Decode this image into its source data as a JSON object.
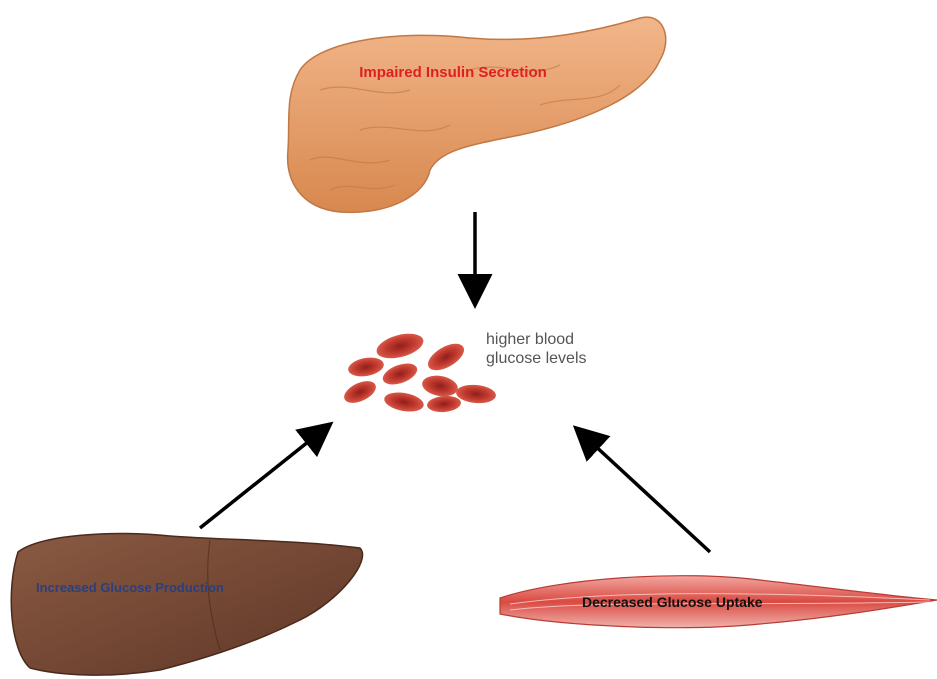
{
  "labels": {
    "pancreas": "Impaired Insulin Secretion",
    "blood_line1": "higher blood",
    "blood_line2": "glucose levels",
    "liver": "Increased Glucose Production",
    "muscle": "Decreased Glucose Uptake"
  },
  "colors": {
    "pancreas_label": "#e02020",
    "liver_label": "#2a3f7e",
    "muscle_label": "#111111",
    "arrow": "#000000",
    "blood_cell": "#b9312a",
    "pancreas": "#e8a06a",
    "liver": "#7b4a35",
    "muscle": "#d9534f"
  }
}
